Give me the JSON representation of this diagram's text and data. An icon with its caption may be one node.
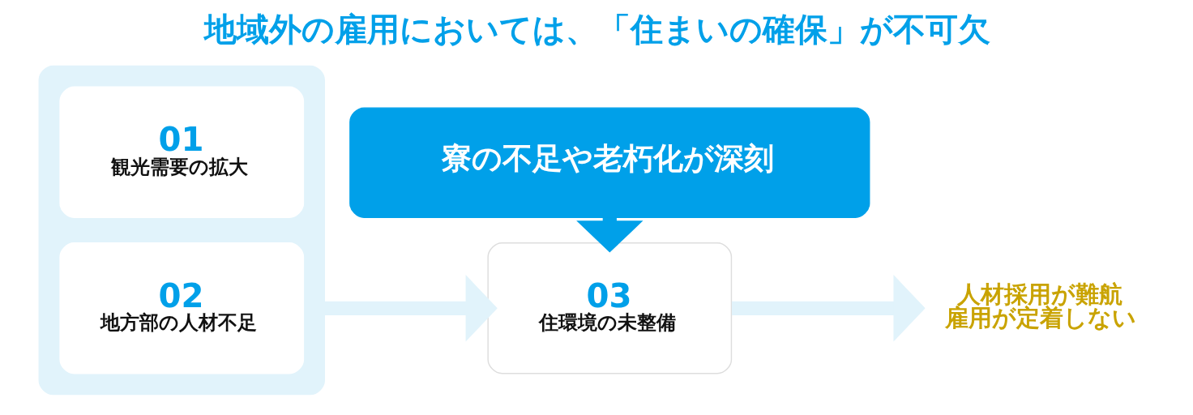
{
  "diagram": {
    "title": "地域外の雇用においては、「住まいの確保」が不可欠",
    "nodes": [
      {
        "text": [],
        "shape": "box"
      },
      {
        "text": [
          "01",
          "観光需要の拡大"
        ],
        "in": 0
      },
      {
        "text": [
          "02",
          "地方部の人材不足"
        ],
        "in": 0
      },
      {
        "text": [
          "寮の不足や老朽化が深刻"
        ]
      },
      {
        "text": [
          "03",
          "住環境の未整備"
        ]
      },
      {
        "text": [
          "人材採用が難航",
          "雇用が定着しない"
        ]
      }
    ],
    "edges": [
      {
        "from": 0,
        "to": 4,
        "arrow": "to"
      },
      {
        "from": 3,
        "to": 4,
        "arrow": "to",
        "color": "#00a0e9"
      },
      {
        "from": 4,
        "to": 5,
        "arrow": "to"
      }
    ]
  }
}
